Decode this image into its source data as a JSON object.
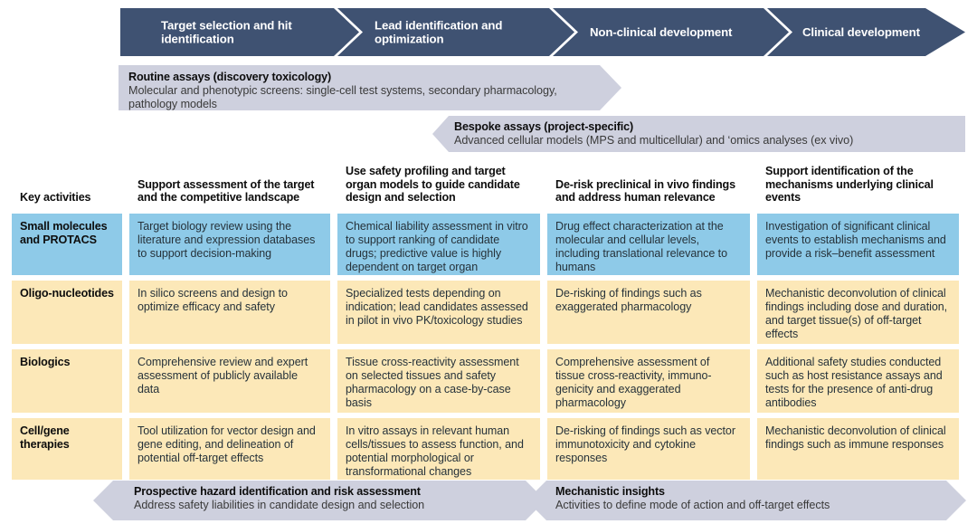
{
  "colors": {
    "phase_arrow": "#3f5272",
    "assay_banner": "#ced0de",
    "row_blue": "#8ecae8",
    "row_cream": "#fce8b8",
    "text_dark": "#0d0d0d",
    "text_body": "#26323a",
    "white": "#ffffff"
  },
  "phases": [
    {
      "label": "Target selection and hit identification"
    },
    {
      "label": "Lead identification and optimization"
    },
    {
      "label": "Non-clinical development"
    },
    {
      "label": "Clinical development"
    }
  ],
  "assay_banners": {
    "routine": {
      "title": "Routine assays (discovery toxicology)",
      "subtitle": "Molecular and phenotypic screens: single-cell test systems, secondary pharmacology, pathology models"
    },
    "bespoke": {
      "title": "Bespoke assays (project-specific)",
      "subtitle": "Advanced cellular models (MPS and multicellular) and ‘omics analyses (ex vivo)"
    }
  },
  "table": {
    "headers": [
      "Key activities",
      "Support assessment of the target and the competitive landscape",
      "Use safety profiling and target organ models to guide candidate design and selection",
      "De-risk preclinical in vivo findings and address human relevance",
      "Support identification of the mechanisms underlying clinical events"
    ],
    "rows": [
      {
        "label": "Small molecules and PROTACS",
        "style": "blue",
        "cells": [
          "Target biology review using the literature and expression databases to support decision-making",
          "Chemical liability assessment in vitro to support ranking of candidate drugs; predictive value is highly dependent on target organ",
          "Drug effect characterization at the molecular and cellular levels, including translational relevance to humans",
          "Investigation of significant clinical events to establish mechanisms and provide a risk–benefit assessment"
        ]
      },
      {
        "label": "Oligo-nucleotides",
        "style": "cream",
        "cells": [
          "In silico screens and design to optimize efficacy and safety",
          "Specialized tests depending on indication; lead candidates assessed in pilot in vivo PK/toxicology studies",
          "De-risking of findings such as exaggerated pharmacology",
          "Mechanistic deconvolution of clinical findings including dose and duration, and target tissue(s) of off-target effects"
        ]
      },
      {
        "label": "Biologics",
        "style": "cream",
        "cells": [
          "Comprehensive review and expert assessment of publicly available data",
          "Tissue cross-reactivity assessment on selected tissues and safety pharmacology on a case-by-case basis",
          "Comprehensive assessment of tissue cross-reactivity, immuno-genicity and exaggerated pharmacology",
          "Additional safety studies conducted such as host resistance assays and tests for the presence of anti-drug antibodies"
        ]
      },
      {
        "label": "Cell/gene therapies",
        "style": "cream",
        "cells": [
          "Tool utilization for vector design and gene editing, and delineation of potential off-target effects",
          "In vitro assays in relevant human cells/tissues to assess function, and potential morphological or transformational changes",
          "De-risking of findings such as vector immunotoxicity and cytokine responses",
          "Mechanistic deconvolution of clinical findings such as immune responses"
        ]
      }
    ]
  },
  "bottom_banners": {
    "prospective": {
      "title": "Prospective hazard identification and risk assessment",
      "subtitle": "Address safety liabilities in candidate design and selection"
    },
    "mechanistic": {
      "title": "Mechanistic insights",
      "subtitle": "Activities to define mode of action and off-target effects"
    }
  }
}
